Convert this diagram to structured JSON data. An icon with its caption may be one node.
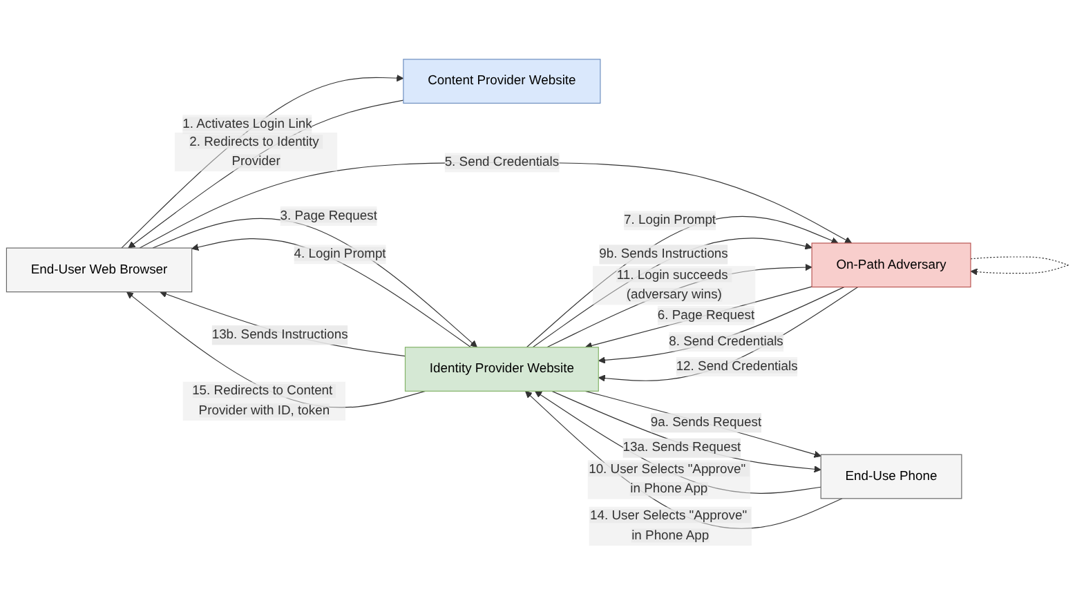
{
  "diagram": {
    "nodes": [
      {
        "text": [
          "End-User Web Browser"
        ]
      },
      {
        "text": [
          "Content Provider Website"
        ]
      },
      {
        "text": [
          "On-Path Adversary"
        ]
      },
      {
        "text": [
          "Identity Provider Website"
        ]
      },
      {
        "text": [
          "End-Use Phone"
        ]
      }
    ],
    "edges": [
      {
        "from": 0,
        "to": 1,
        "arrow": "to",
        "label": "1. Activates Login Link"
      },
      {
        "from": 1,
        "to": 0,
        "arrow": "to",
        "label": "2. Redirects to Identity Provider"
      },
      {
        "from": 0,
        "to": 3,
        "arrow": "to",
        "label": "3. Page Request"
      },
      {
        "from": 3,
        "to": 0,
        "arrow": "to",
        "label": "4. Login Prompt"
      },
      {
        "from": 0,
        "to": 2,
        "arrow": "to",
        "label": "5. Send Credentials"
      },
      {
        "from": 2,
        "to": 3,
        "arrow": "to",
        "label": "6. Page Request"
      },
      {
        "from": 3,
        "to": 2,
        "arrow": "to",
        "label": "7. Login Prompt"
      },
      {
        "from": 2,
        "to": 3,
        "arrow": "to",
        "label": "8. Send Credentials"
      },
      {
        "from": 3,
        "to": 4,
        "arrow": "to",
        "label": "9a. Sends Request"
      },
      {
        "from": 3,
        "to": 2,
        "arrow": "to",
        "label": "9b. Sends Instructions"
      },
      {
        "from": 4,
        "to": 3,
        "arrow": "to",
        "label": "10. User Selects \"Approve\" in Phone App"
      },
      {
        "from": 3,
        "to": 2,
        "arrow": "to",
        "label": "11. Login succeeds (adversary wins)"
      },
      {
        "from": 2,
        "to": 2,
        "arrow": "to",
        "style": "dashed"
      },
      {
        "from": 2,
        "to": 3,
        "arrow": "to",
        "label": "12. Send Credentials"
      },
      {
        "from": 3,
        "to": 4,
        "arrow": "to",
        "label": "13a. Sends Request"
      },
      {
        "from": 3,
        "to": 0,
        "arrow": "to",
        "label": "13b. Sends Instructions"
      },
      {
        "from": 4,
        "to": 3,
        "arrow": "to",
        "label": "14. User Selects \"Approve\" in Phone App"
      },
      {
        "from": 3,
        "to": 0,
        "arrow": "to",
        "label": "15. Redirects to Content Provider with ID, token"
      }
    ]
  }
}
